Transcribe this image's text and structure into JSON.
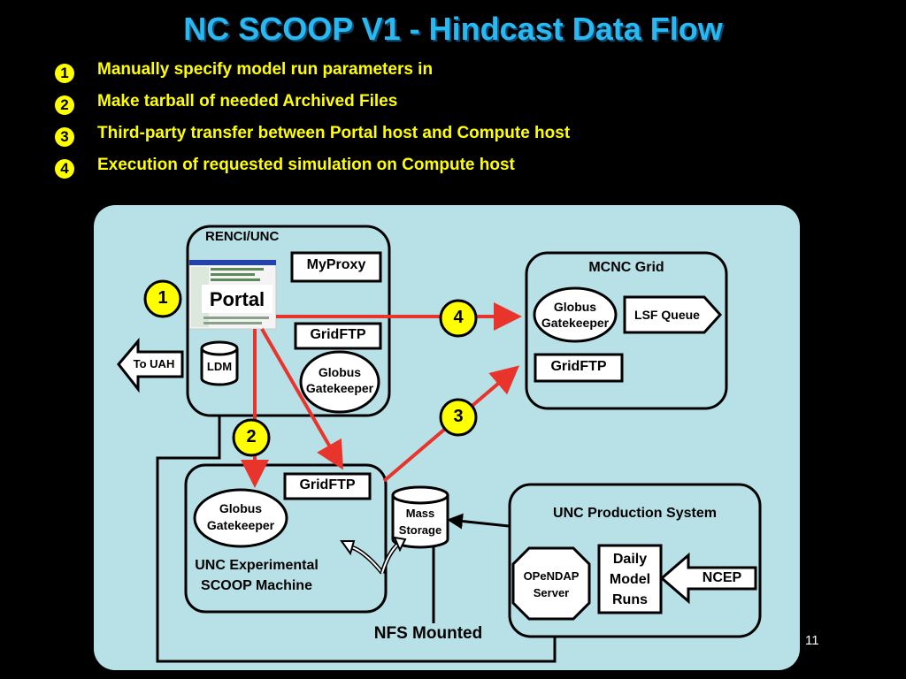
{
  "title": "NC SCOOP V1 - Hindcast Data Flow",
  "bullets": [
    {
      "num": "1",
      "text": "Manually specify model run parameters in"
    },
    {
      "num": "2",
      "text": "Make tarball of needed Archived Files"
    },
    {
      "num": "3",
      "text": "Third-party transfer between Portal host and Compute host"
    },
    {
      "num": "4",
      "text": "Execution of requested simulation on Compute host"
    }
  ],
  "diagram": {
    "renci": {
      "label": "RENCI/UNC",
      "myproxy": "MyProxy",
      "portal": "Portal",
      "gridftp": "GridFTP",
      "globus": "Globus Gatekeeper",
      "ldm": "LDM"
    },
    "to_uah": "To UAH",
    "mcnc": {
      "label": "MCNC Grid",
      "globus": "Globus Gatekeeper",
      "lsf": "LSF Queue",
      "gridftp": "GridFTP"
    },
    "experimental": {
      "label": "UNC Experimental SCOOP Machine",
      "gridftp": "GridFTP",
      "globus": "Globus Gatekeeper"
    },
    "mass_storage": "Mass Storage",
    "production": {
      "label": "UNC Production System",
      "opendap": "OPeNDAP Server",
      "daily": "Daily Model Runs",
      "ncep": "NCEP"
    },
    "nfs": "NFS Mounted",
    "steps": [
      "1",
      "2",
      "3",
      "4"
    ]
  },
  "page_number": "11",
  "colors": {
    "title": "#2ab8f0",
    "bullet": "#ffff00",
    "panel": "#b7e1e6",
    "arrow": "#e8342a",
    "badge": "#ffff00"
  }
}
